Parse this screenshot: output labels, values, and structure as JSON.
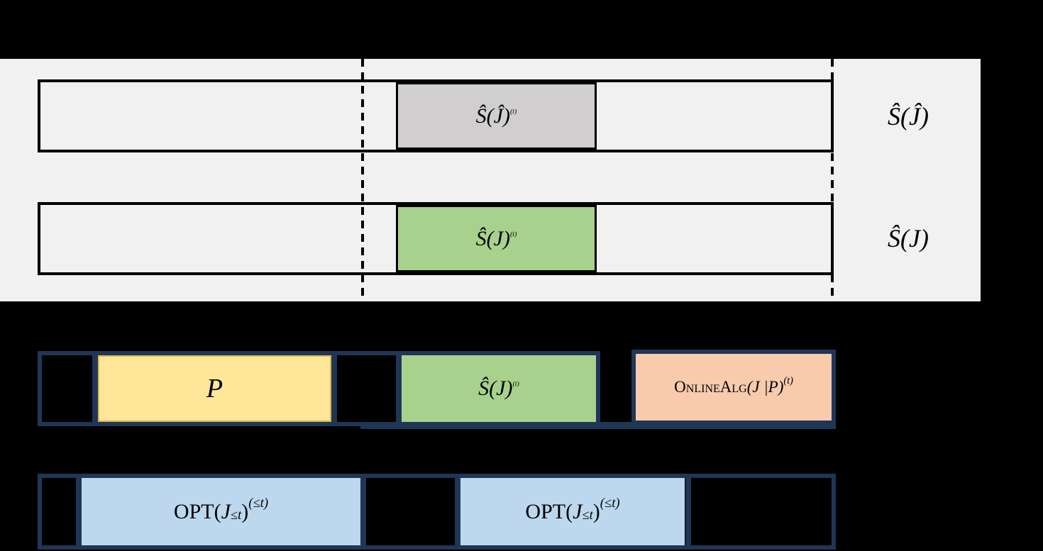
{
  "colors": {
    "background": "#000000",
    "panel": "#f1f1f1",
    "navy_border": "#1f3656",
    "black_border": "#000000",
    "gray_segment": "#d0cece",
    "green_segment": "#a9d18e",
    "yellow_segment": "#ffe699",
    "orange_segment": "#f8cbad",
    "blue_segment": "#bdd7ee"
  },
  "upper_panel": {
    "machine1": {
      "segment_label": {
        "base": "Ŝ(Ĵ)",
        "sup": "(t)"
      },
      "side_label": "Ŝ(Ĵ)"
    },
    "machine2": {
      "segment_label": {
        "base": "Ŝ(J)",
        "sup": "(t)"
      },
      "side_label": "Ŝ(J)"
    }
  },
  "middle_bar": {
    "prediction_label": "P",
    "schedule_label": {
      "base": "Ŝ(J)",
      "sup": "(t)"
    },
    "online_label": {
      "name": "OnlineAlg",
      "args": " (J |P)",
      "sup": "(t)"
    }
  },
  "bottom_bar": {
    "opt1": {
      "opt": "OPT(",
      "j": "J",
      "sub": "≤t",
      "close": ")",
      "sup": "(≤t)"
    },
    "opt2": {
      "opt": "OPT(",
      "j": "J",
      "sub": "≤t",
      "close": ")",
      "sup": "(≤t)"
    }
  }
}
